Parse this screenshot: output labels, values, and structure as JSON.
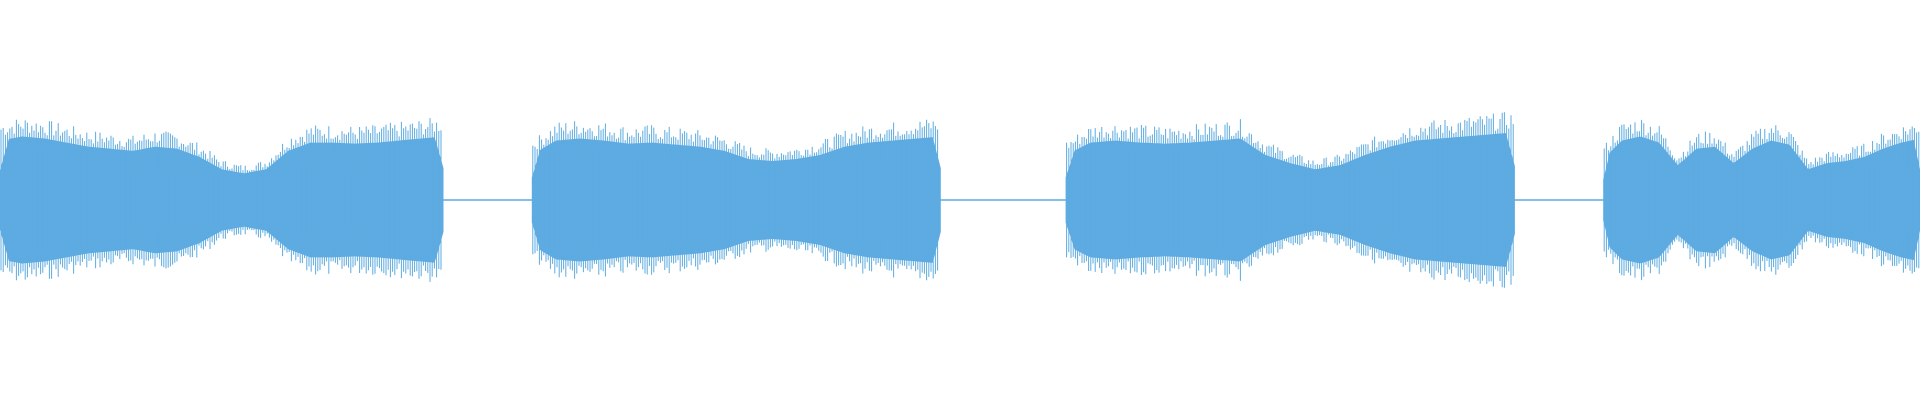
{
  "waveform": {
    "color": "#5dabe1",
    "background": "#ffffff",
    "segments": [
      {
        "name": "segment-1",
        "start": 0.0,
        "end": 0.231,
        "envelope": [
          0.58,
          0.62,
          0.6,
          0.56,
          0.52,
          0.5,
          0.48,
          0.52,
          0.5,
          0.42,
          0.3,
          0.26,
          0.3,
          0.48,
          0.56,
          0.56,
          0.55,
          0.56,
          0.58,
          0.6,
          0.62
        ]
      },
      {
        "name": "segment-2",
        "start": 0.277,
        "end": 0.49,
        "envelope": [
          0.44,
          0.58,
          0.6,
          0.58,
          0.55,
          0.56,
          0.54,
          0.52,
          0.48,
          0.4,
          0.38,
          0.4,
          0.44,
          0.52,
          0.56,
          0.58,
          0.6,
          0.62
        ]
      },
      {
        "name": "segment-3",
        "start": 0.555,
        "end": 0.789,
        "envelope": [
          0.44,
          0.56,
          0.58,
          0.56,
          0.55,
          0.56,
          0.58,
          0.6,
          0.44,
          0.36,
          0.3,
          0.34,
          0.44,
          0.52,
          0.58,
          0.6,
          0.62,
          0.64,
          0.66
        ]
      },
      {
        "name": "segment-4",
        "start": 0.835,
        "end": 1.0,
        "envelope": [
          0.4,
          0.58,
          0.62,
          0.56,
          0.34,
          0.5,
          0.52,
          0.36,
          0.5,
          0.58,
          0.54,
          0.3,
          0.36,
          0.38,
          0.42,
          0.5,
          0.56,
          0.6
        ]
      }
    ],
    "silence_amplitude": 0.01
  }
}
